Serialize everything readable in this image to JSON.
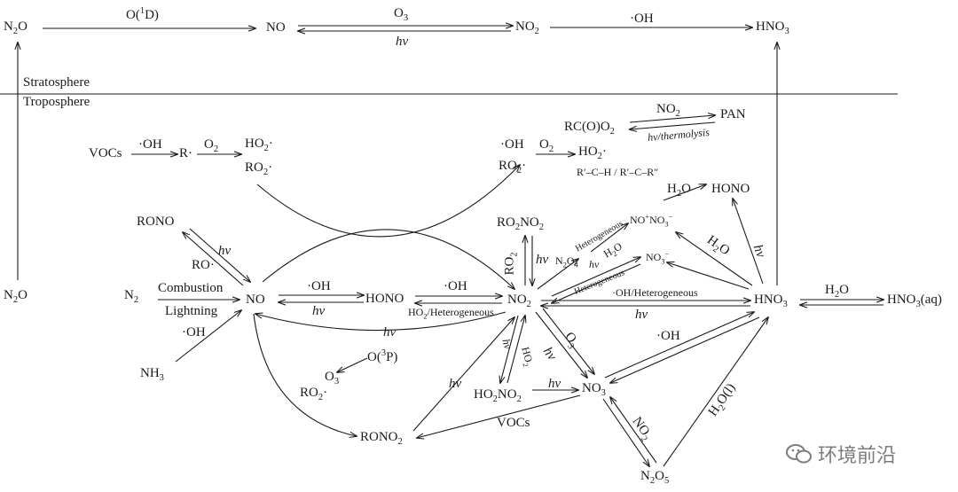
{
  "region_labels": {
    "stratosphere": "Stratosphere",
    "troposphere": "Troposphere"
  },
  "strat": {
    "n2o": "N<sub>2</sub>O",
    "o1d": "O(<sup>1</sup>D)",
    "no": "NO",
    "o3": "O<sub>3</sub>",
    "hv": "hv",
    "no2": "NO<sub>2</sub>",
    "oh": "·OH",
    "hno3": "HNO<sub>3</sub>"
  },
  "nodes": {
    "n2o_trop": "N<sub>2</sub>O",
    "n2": "N<sub>2</sub>",
    "nh3": "NH<sub>3</sub>",
    "no": "NO",
    "rono": "RONO",
    "hono": "HONO",
    "no2": "NO<sub>2</sub>",
    "ro2no2": "RO<sub>2</sub>NO<sub>2</sub>",
    "n2o4": "N<sub>2</sub>O<sub>4</sub>",
    "no_no3": "NO<sup>+</sup>NO<sub>3</sub><sup>−</sup>",
    "no3_minus": "NO<sub>3</sub><sup>−</sup>",
    "hno3": "HNO<sub>3</sub>",
    "hno3_aq": "HNO<sub>3</sub>(aq)",
    "hno3_hono": "HONO",
    "ho2no2": "HO<sub>2</sub>NO<sub>2</sub>",
    "no3": "NO<sub>3</sub>",
    "n2o5": "N<sub>2</sub>O<sub>5</sub>",
    "rono2": "RONO<sub>2</sub>",
    "o3": "O<sub>3</sub>",
    "ro2_left": "RO<sub>2</sub>·",
    "vocs": "VOCs",
    "r": "R·",
    "ho2_ro2_left": "HO<sub>2</sub>·",
    "ro2_left2": "RO<sub>2</sub>·",
    "oh_ro2_right_oh": "·OH",
    "ro2_right": "RO<sub>2</sub>·",
    "ho2_right": "HO<sub>2</sub>·",
    "rco_o2": "RC(O)O<sub>2</sub>",
    "pan": "PAN"
  },
  "labels": {
    "combustion": "Combustion",
    "lightning": "Lightning",
    "oh": "·OH",
    "o2": "O<sub>2</sub>",
    "hv": "hv",
    "ro": "RO·",
    "no2": "NO<sub>2</sub>",
    "hv_thermolysis": "hv/thermolysis",
    "heterogeneous": "Heterogeneous",
    "ho2_het": "HO<sub>2</sub>/Heterogeneous",
    "oh_het": "·OH/Heterogeneous",
    "h2o": "H<sub>2</sub>O",
    "h2o_l": "H<sub>2</sub>O(l)",
    "o3": "O<sub>3</sub>",
    "o3p": "O(<sup>3</sup>P)",
    "ro2": "RO<sub>2</sub>",
    "ho2": "HO<sub>2</sub>",
    "vocs": "VOCs",
    "carbonyl": "R′–C–H / R′–C–R″"
  },
  "watermark": {
    "text": "环境前沿"
  },
  "colors": {
    "ink": "#1a1a1a",
    "watermark": "#7b7b7b"
  }
}
